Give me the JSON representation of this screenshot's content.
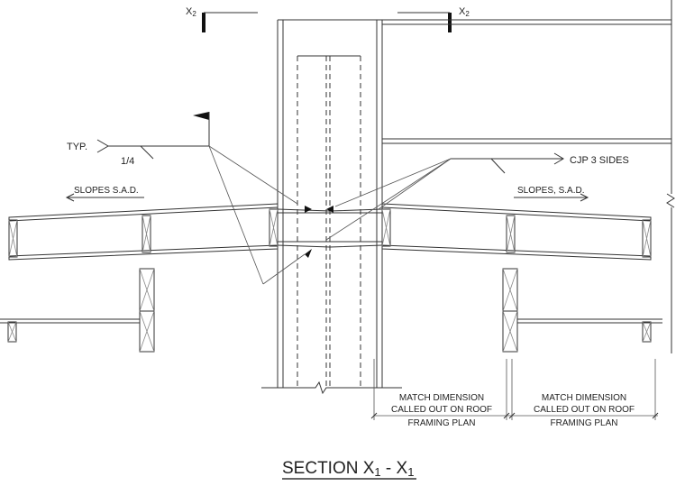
{
  "title": {
    "main": "SECTION X",
    "sub1": "1",
    "dash": " - X",
    "sub2": "1"
  },
  "section_cut": {
    "letter": "X",
    "sub": "2"
  },
  "notes": {
    "typ": "TYP.",
    "weld_size": "1/4",
    "cjp": "CJP 3 SIDES",
    "slopes_left": "SLOPES S.A.D.",
    "slopes_right": "SLOPES, S.A.D."
  },
  "dimensions": {
    "left": [
      "MATCH DIMENSION",
      "CALLED OUT ON ROOF",
      "FRAMING PLAN"
    ],
    "right": [
      "MATCH DIMENSION",
      "CALLED OUT ON ROOF",
      "FRAMING PLAN"
    ]
  },
  "colors": {
    "line": "#333333",
    "text": "#222222",
    "background": "#ffffff"
  }
}
